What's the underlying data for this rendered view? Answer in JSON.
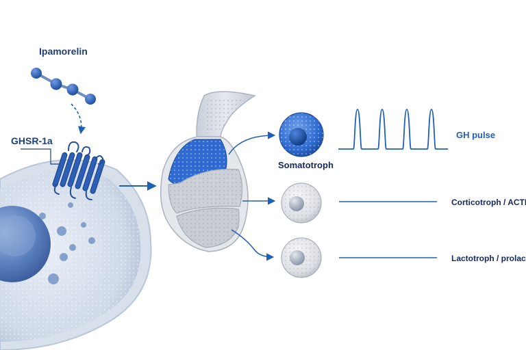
{
  "labels": {
    "peptide": "Ipamorelin",
    "receptor": "GHSR-1a",
    "somatotroph": "Somatotroph",
    "gh_pulse": "GH pulse",
    "corticotroph": "Corticotroph / ACTH",
    "lactotroph": "Lactotroph / prolactin"
  },
  "colors": {
    "accent_blue": "#1f5fb4",
    "dark_navy": "#14285a",
    "membrane_gray": "#dfe5ee",
    "cell_blue": "#2f6ad0"
  },
  "gh_pulse_count": 4
}
